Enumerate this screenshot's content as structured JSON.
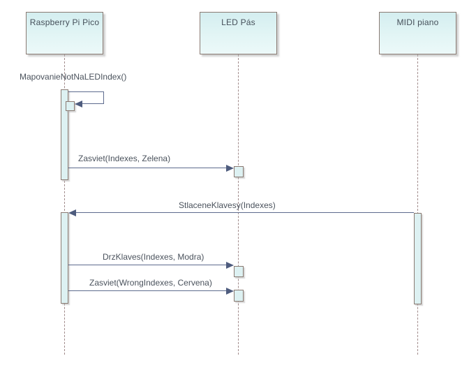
{
  "diagram": {
    "type": "uml-sequence-diagram",
    "background_color": "#ffffff",
    "colors": {
      "actor_box_fill_top": "#d4eef0",
      "actor_box_fill_bottom": "#ecf9f9",
      "actor_box_border": "#8a7a72",
      "lifeline_dash": "#a18b8b",
      "message_line": "#5d6b8e",
      "arrowhead": "#4e5c7e",
      "activation_fill": "#ddf1f2",
      "text": "#4a525c"
    },
    "actors": [
      {
        "name": "Raspberry Pi Pico"
      },
      {
        "name": "LED Pás"
      },
      {
        "name": "MIDI piano"
      }
    ],
    "messages": [
      {
        "label": "MapovanieNotNaLEDIndex()",
        "from": "Raspberry Pi Pico",
        "to": "Raspberry Pi Pico",
        "kind": "self-call"
      },
      {
        "label": "Zasviet(Indexes, Zelena)",
        "from": "Raspberry Pi Pico",
        "to": "LED Pás",
        "kind": "call"
      },
      {
        "label": "StlaceneKlavesy(Indexes)",
        "from": "MIDI piano",
        "to": "Raspberry Pi Pico",
        "kind": "call"
      },
      {
        "label": "DrzKlaves(Indexes, Modra)",
        "from": "Raspberry Pi Pico",
        "to": "LED Pás",
        "kind": "call"
      },
      {
        "label": "Zasviet(WrongIndexes, Cervena)",
        "from": "Raspberry Pi Pico",
        "to": "LED Pás",
        "kind": "call"
      }
    ]
  }
}
